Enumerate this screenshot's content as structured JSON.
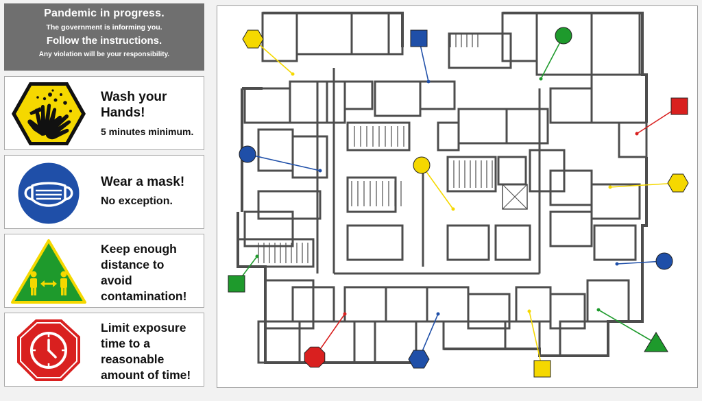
{
  "banner": {
    "line1": "Pandemic in progress.",
    "line2": "The government is informing you.",
    "line3": "Follow the instructions.",
    "line4": "Any violation will be your responsibility."
  },
  "cards": [
    {
      "title": "Wash your\nHands!",
      "subtitle": "5 minutes minimum.",
      "icon": "hand-washing-icon",
      "color": "#f5d800"
    },
    {
      "title": "Wear a mask!",
      "subtitle": "No exception.",
      "icon": "face-mask-icon",
      "color": "#1f4fa8"
    },
    {
      "title": "Keep enough\ndistance to\navoid\ncontamination!",
      "icon": "social-distance-icon",
      "color": "#1e9a2c"
    },
    {
      "title": "Limit exposure\ntime to a\nreasonable\namount of time!",
      "icon": "clock-icon",
      "color": "#d9201f"
    }
  ],
  "plan": {
    "name": "floor-plan",
    "colors": {
      "yellow": "#f5d800",
      "blue": "#1f4fa8",
      "green": "#1e9a2c",
      "red": "#d9201f"
    },
    "markers": [
      {
        "shape": "hexagon",
        "color": "yellow"
      },
      {
        "shape": "square",
        "color": "blue"
      },
      {
        "shape": "circle",
        "color": "green"
      },
      {
        "shape": "square",
        "color": "red"
      },
      {
        "shape": "circle",
        "color": "blue"
      },
      {
        "shape": "circle",
        "color": "yellow"
      },
      {
        "shape": "hexagon",
        "color": "yellow"
      },
      {
        "shape": "square",
        "color": "green"
      },
      {
        "shape": "circle",
        "color": "blue"
      },
      {
        "shape": "octagon",
        "color": "red"
      },
      {
        "shape": "hexagon",
        "color": "blue"
      },
      {
        "shape": "square",
        "color": "yellow"
      },
      {
        "shape": "triangle",
        "color": "green"
      }
    ]
  }
}
